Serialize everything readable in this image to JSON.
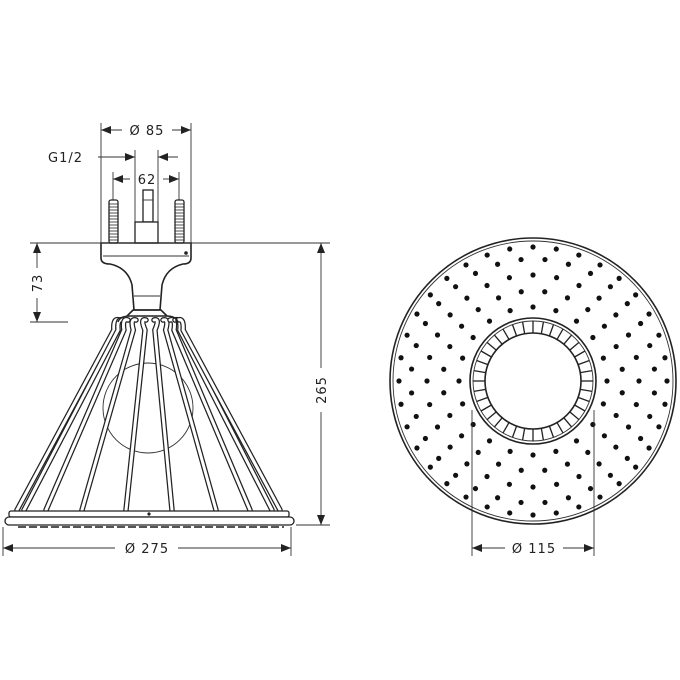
{
  "drawing": {
    "line_color": "#222222",
    "side_view": {
      "dimensions": {
        "outer_connection": "Ø 85",
        "thread": "G1/2",
        "bolt_spacing": "62",
        "neck_height": "73",
        "total_height": "265",
        "diameter": "Ø 275"
      }
    },
    "bottom_view": {
      "dimensions": {
        "inner_diameter": "Ø 115"
      }
    }
  }
}
